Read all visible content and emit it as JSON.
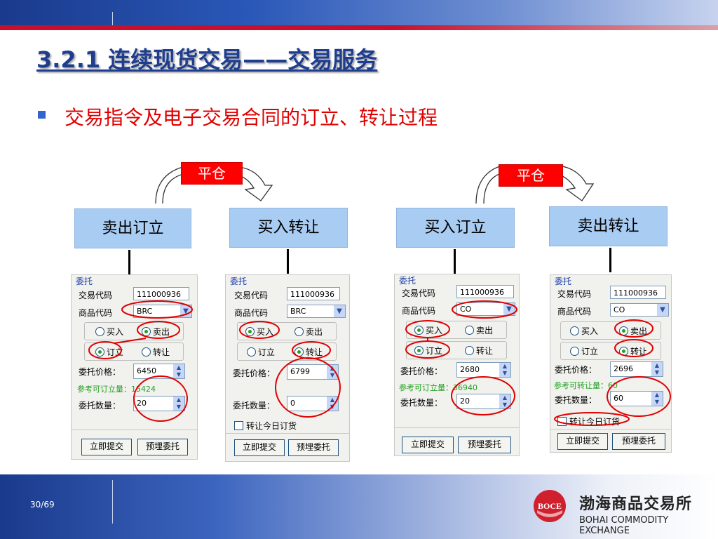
{
  "header": {
    "title": "3.2.1 连续现货交易——交易服务",
    "subtitle": "交易指令及电子交易合同的订立、转让过程"
  },
  "diagram": {
    "pingcang_label": "平仓",
    "boxes": [
      "卖出订立",
      "买入转让",
      "买入订立",
      "卖出转让"
    ]
  },
  "panels": [
    {
      "header": "委托",
      "trade_code_label": "交易代码",
      "trade_code": "111000936",
      "product_code_label": "商品代码",
      "product_code": "BRC",
      "buy_label": "买入",
      "sell_label": "卖出",
      "open_label": "订立",
      "transfer_label": "转让",
      "price_label": "委托价格：",
      "price": "6450",
      "ref_label": "参考可订立量：",
      "ref_value": "15424",
      "qty_label": "委托数量：",
      "qty": "20",
      "submit_label": "立即提交",
      "preset_label": "预埋委托"
    },
    {
      "header": "委托",
      "trade_code_label": "交易代码",
      "trade_code": "111000936",
      "product_code_label": "商品代码",
      "product_code": "BRC",
      "buy_label": "买入",
      "sell_label": "卖出",
      "open_label": "订立",
      "transfer_label": "转让",
      "price_label": "委托价格：",
      "price": "6799",
      "qty_label": "委托数量：",
      "qty": "0",
      "checkbox_label": "转让今日订货",
      "submit_label": "立即提交",
      "preset_label": "预埋委托"
    },
    {
      "header": "委托",
      "trade_code_label": "交易代码",
      "trade_code": "111000936",
      "product_code_label": "商品代码",
      "product_code": "CO",
      "buy_label": "买入",
      "sell_label": "卖出",
      "open_label": "订立",
      "transfer_label": "转让",
      "price_label": "委托价格：",
      "price": "2680",
      "ref_label": "参考可订立量：",
      "ref_value": "36940",
      "qty_label": "委托数量：",
      "qty": "20",
      "submit_label": "立即提交",
      "preset_label": "预埋委托"
    },
    {
      "header": "委托",
      "trade_code_label": "交易代码",
      "trade_code": "111000936",
      "product_code_label": "商品代码",
      "product_code": "CO",
      "buy_label": "买入",
      "sell_label": "卖出",
      "open_label": "订立",
      "transfer_label": "转让",
      "price_label": "委托价格：",
      "price": "2696",
      "ref_label": "参考可转让量：",
      "ref_value": "60",
      "qty_label": "委托数量：",
      "qty": "60",
      "checkbox_label": "转让今日订货",
      "submit_label": "立即提交",
      "preset_label": "预埋委托"
    }
  ],
  "footer": {
    "page": "30/69",
    "logo_text": "BOCE",
    "company_cn": "渤海商品交易所",
    "company_en": "BOHAI COMMODITY EXCHANGE"
  }
}
